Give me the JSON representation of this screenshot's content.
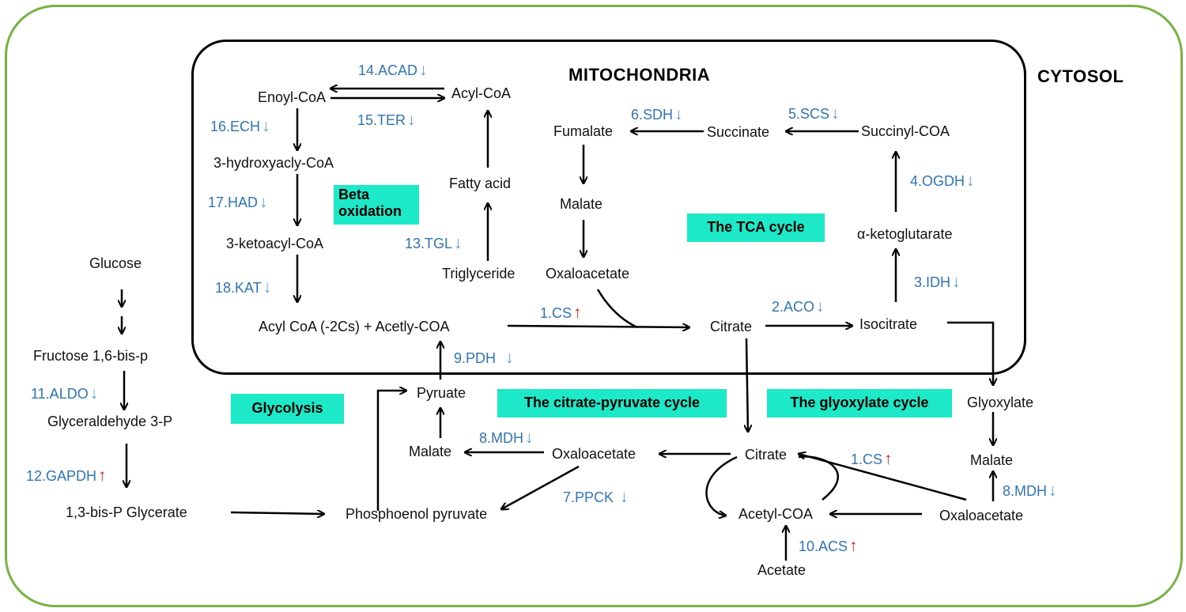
{
  "compartments": {
    "mitochondria": "MITOCHONDRIA",
    "cytosol": "CYTOSOL"
  },
  "pathways": {
    "beta_oxidation_1": "Beta",
    "beta_oxidation_2": "oxidation",
    "tca": "The TCA cycle",
    "glycolysis": "Glycolysis",
    "citrate_pyruvate": "The citrate-pyruvate cycle",
    "glyoxylate": "The glyoxylate cycle"
  },
  "metabolites": {
    "enoyl_coa": "Enoyl-CoA",
    "acyl_coa": "Acyl-CoA",
    "hydroxyacyl_coa": "3-hydroxyacly-CoA",
    "fatty_acid": "Fatty acid",
    "ketoacyl_coa": "3-ketoacyl-CoA",
    "triglyceride": "Triglyceride",
    "acyl_acetyl": "Acyl CoA (-2Cs) + Acetly-COA",
    "fumalate": "Fumalate",
    "succinate": "Succinate",
    "succinyl_coa": "Succinyl-COA",
    "malate_m": "Malate",
    "oxaloacetate_m": "Oxaloacetate",
    "alpha_kg": "α-ketoglutarate",
    "citrate_m": "Citrate",
    "isocitrate": "Isocitrate",
    "glucose": "Glucose",
    "fructose": "Fructose 1,6-bis-p",
    "g3p": "Glyceraldehyde 3-P",
    "bpg": "1,3-bis-P Glycerate",
    "pyruate": "Pyruate",
    "malate_c1": "Malate",
    "oxaloacetate_c1": "Oxaloacetate",
    "citrate_c": "Citrate",
    "pep": "Phosphoenol pyruvate",
    "acetyl_coa_c": "Acetyl-COA",
    "acetate": "Acetate",
    "glyoxylate": "Glyoxylate",
    "malate_c2": "Malate",
    "oxaloacetate_c2": "Oxaloacetate"
  },
  "enzymes": {
    "acad": {
      "label": "14.ACAD",
      "direction": "down"
    },
    "ter": {
      "label": "15.TER",
      "direction": "down"
    },
    "ech": {
      "label": "16.ECH",
      "direction": "down"
    },
    "had": {
      "label": "17.HAD",
      "direction": "down"
    },
    "kat": {
      "label": "18.KAT",
      "direction": "down"
    },
    "tgl": {
      "label": "13.TGL",
      "direction": "down"
    },
    "sdh": {
      "label": "6.SDH",
      "direction": "down"
    },
    "scs": {
      "label": "5.SCS",
      "direction": "down"
    },
    "ogdh": {
      "label": "4.OGDH",
      "direction": "down"
    },
    "idh": {
      "label": "3.IDH",
      "direction": "down"
    },
    "aco": {
      "label": "2.ACO",
      "direction": "down"
    },
    "cs_m": {
      "label": "1.CS",
      "direction": "up"
    },
    "pdh": {
      "label": "9.PDH",
      "direction": "down"
    },
    "aldo": {
      "label": "11.ALDO",
      "direction": "down"
    },
    "gapdh": {
      "label": "12.GAPDH",
      "direction": "up"
    },
    "mdh_c": {
      "label": "8.MDH",
      "direction": "down"
    },
    "ppck": {
      "label": "7.PPCK",
      "direction": "down"
    },
    "cs_c": {
      "label": "1.CS",
      "direction": "up"
    },
    "acs": {
      "label": "10.ACS",
      "direction": "up"
    },
    "mdh_g": {
      "label": "8.MDH",
      "direction": "down"
    }
  },
  "colors": {
    "cell_border": "#77b340",
    "pathway_box": "#1de9c8",
    "enzyme_text": "#2e75b6",
    "up_arrow": "#e02020",
    "down_arrow": "#5b9bd5"
  }
}
